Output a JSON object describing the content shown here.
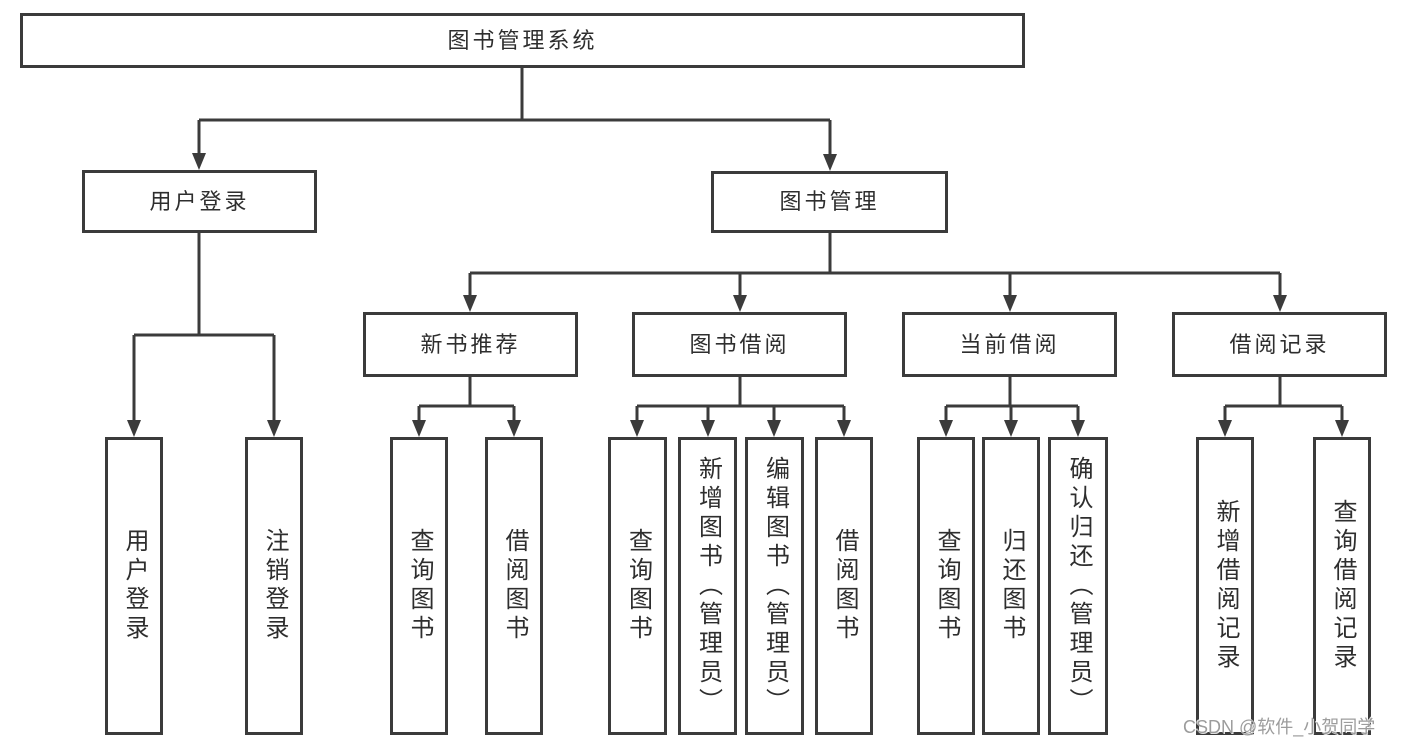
{
  "diagram": {
    "type": "hierarchy-tree",
    "title": "图书管理系统",
    "nodes": {
      "root": {
        "label": "图书管理系统"
      },
      "level2": [
        {
          "label": "用户登录",
          "parent": "图书管理系统"
        },
        {
          "label": "图书管理",
          "parent": "图书管理系统"
        }
      ],
      "level3": [
        {
          "label": "新书推荐",
          "parent": "图书管理"
        },
        {
          "label": "图书借阅",
          "parent": "图书管理"
        },
        {
          "label": "当前借阅",
          "parent": "图书管理"
        },
        {
          "label": "借阅记录",
          "parent": "图书管理"
        }
      ],
      "leaves": [
        {
          "label": "用户登录",
          "parent": "用户登录"
        },
        {
          "label": "注销登录",
          "parent": "用户登录"
        },
        {
          "label": "查询图书",
          "parent": "新书推荐"
        },
        {
          "label": "借阅图书",
          "parent": "新书推荐"
        },
        {
          "label": "查询图书",
          "parent": "图书借阅"
        },
        {
          "label": "新增图书（管理员）",
          "parent": "图书借阅"
        },
        {
          "label": "编辑图书（管理员）",
          "parent": "图书借阅"
        },
        {
          "label": "借阅图书",
          "parent": "图书借阅"
        },
        {
          "label": "查询图书",
          "parent": "当前借阅"
        },
        {
          "label": "归还图书",
          "parent": "当前借阅"
        },
        {
          "label": "确认归还（管理员）",
          "parent": "当前借阅"
        },
        {
          "label": "新增借阅记录",
          "parent": "借阅记录"
        },
        {
          "label": "查询借阅记录",
          "parent": "借阅记录"
        }
      ]
    },
    "colors": {
      "line": "#3b3b3b",
      "box_border": "#3b3b3b",
      "box_fill": "#ffffff",
      "text": "#2e2e2e",
      "background": "#ffffff",
      "watermark": "#9c9c9c"
    }
  },
  "watermark": "CSDN @软件_小贺同学"
}
